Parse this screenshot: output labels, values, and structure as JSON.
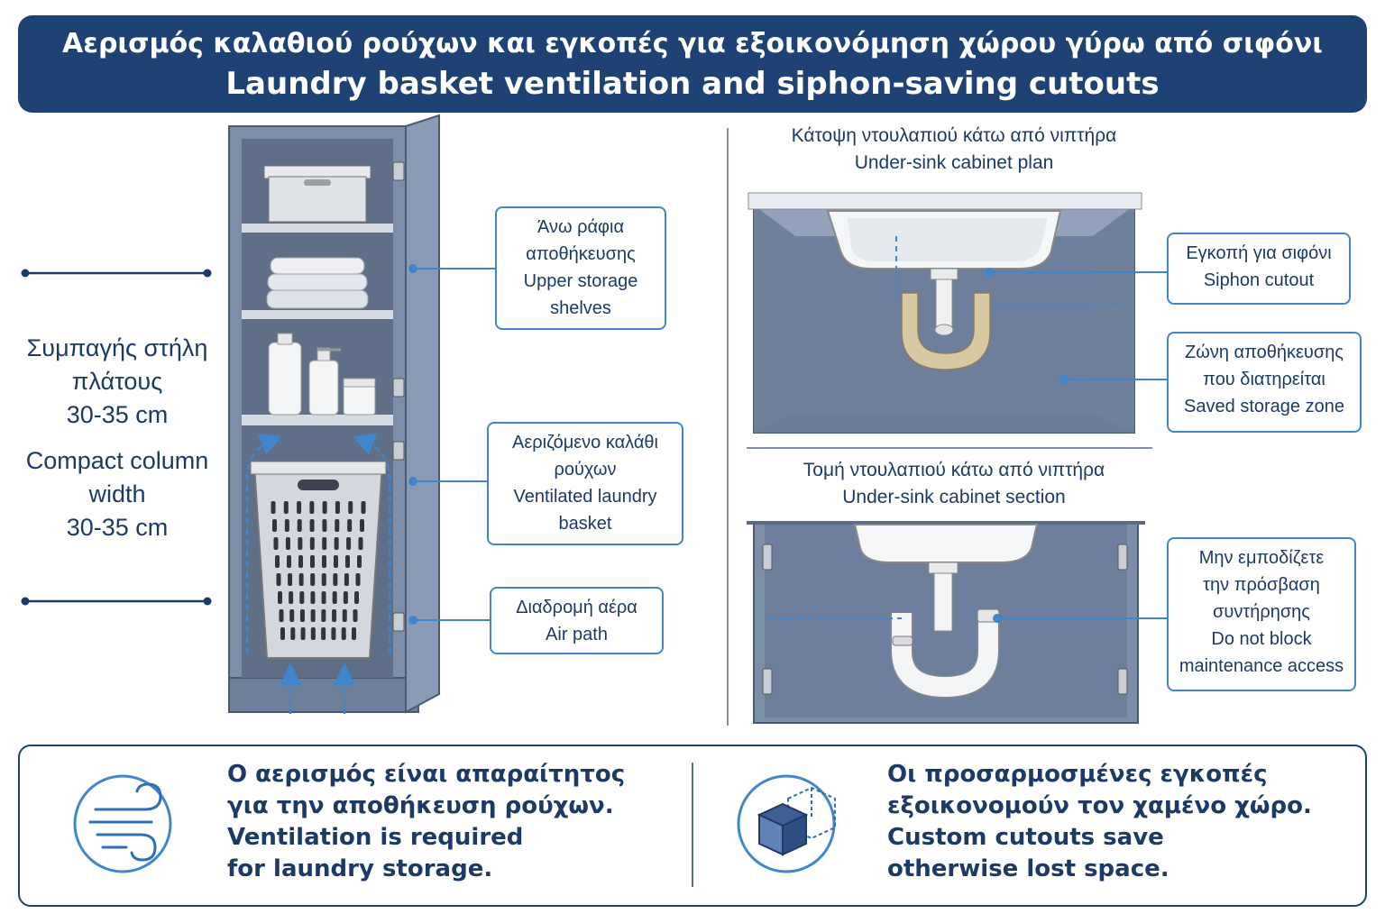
{
  "header": {
    "title_el": "Αερισμός καλαθιού ρούχων και εγκοπές για εξοικονόμηση χώρου γύρω από σιφόνι",
    "title_en": "Laundry basket ventilation and siphon-saving cutouts"
  },
  "column_width": {
    "el_line1": "Συμπαγής στήλη",
    "el_line2": "πλάτους",
    "el_line3": "30-35 cm",
    "en_line1": "Compact column",
    "en_line2": "width",
    "en_line3": "30-35 cm"
  },
  "callouts": {
    "upper_shelves": {
      "el1": "Άνω ράφια",
      "el2": "αποθήκευσης",
      "en1": "Upper storage",
      "en2": "shelves"
    },
    "ventilated_basket": {
      "el1": "Αεριζόμενο καλάθι",
      "el2": "ρούχων",
      "en1": "Ventilated laundry",
      "en2": "basket"
    },
    "air_path": {
      "el": "Διαδρομή αέρα",
      "en": "Air path"
    },
    "siphon_cutout": {
      "el": "Εγκοπή για σιφόνι",
      "en": "Siphon cutout"
    },
    "saved_storage": {
      "el1": "Ζώνη αποθήκευσης",
      "el2": "που διατηρείται",
      "en": "Saved storage zone"
    },
    "maintenance": {
      "el1": "Μην εμποδίζετε",
      "el2": "την πρόσβαση",
      "el3": "συντήρησης",
      "en1": "Do not block",
      "en2": "maintenance access"
    }
  },
  "plan": {
    "title_el": "Κάτοψη ντουλαπιού κάτω από νιπτήρα",
    "title_en": "Under-sink cabinet plan"
  },
  "section": {
    "title_el": "Τομή ντουλαπιού κάτω από νιπτήρα",
    "title_en": "Under-sink cabinet section"
  },
  "footer": {
    "left": {
      "icon": "wind-icon",
      "el1": "Ο αερισμός είναι απαραίτητος",
      "el2": "για την αποθήκευση ρούχων.",
      "en1": "Ventilation is required",
      "en2": "for laundry storage."
    },
    "right": {
      "icon": "cube-icon",
      "el1": "Οι προσαρμοσμένες εγκοπές",
      "el2": "εξοικονομούν τον χαμένο χώρο.",
      "en1": "Custom cutouts save",
      "en2": "otherwise lost space."
    }
  },
  "colors": {
    "navy": "#1e4273",
    "accent_blue": "#3f86cc",
    "cabinet_gray": "#7d8ea8",
    "cabinet_interior": "#5f6f88",
    "cutout_tan": "#d9c9a3"
  }
}
